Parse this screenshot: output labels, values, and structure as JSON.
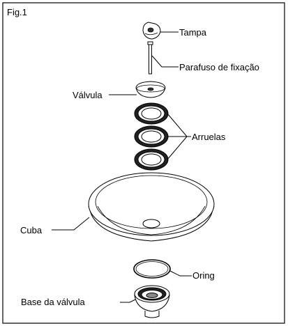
{
  "figure": {
    "label": "Fig.1",
    "parts": {
      "tampa": "Tampa",
      "parafuso": "Parafuso de fixação",
      "valvula": "Válvula",
      "arruelas": "Arruelas",
      "cuba": "Cuba",
      "oring": "Oring",
      "base": "Base da válvula"
    }
  }
}
